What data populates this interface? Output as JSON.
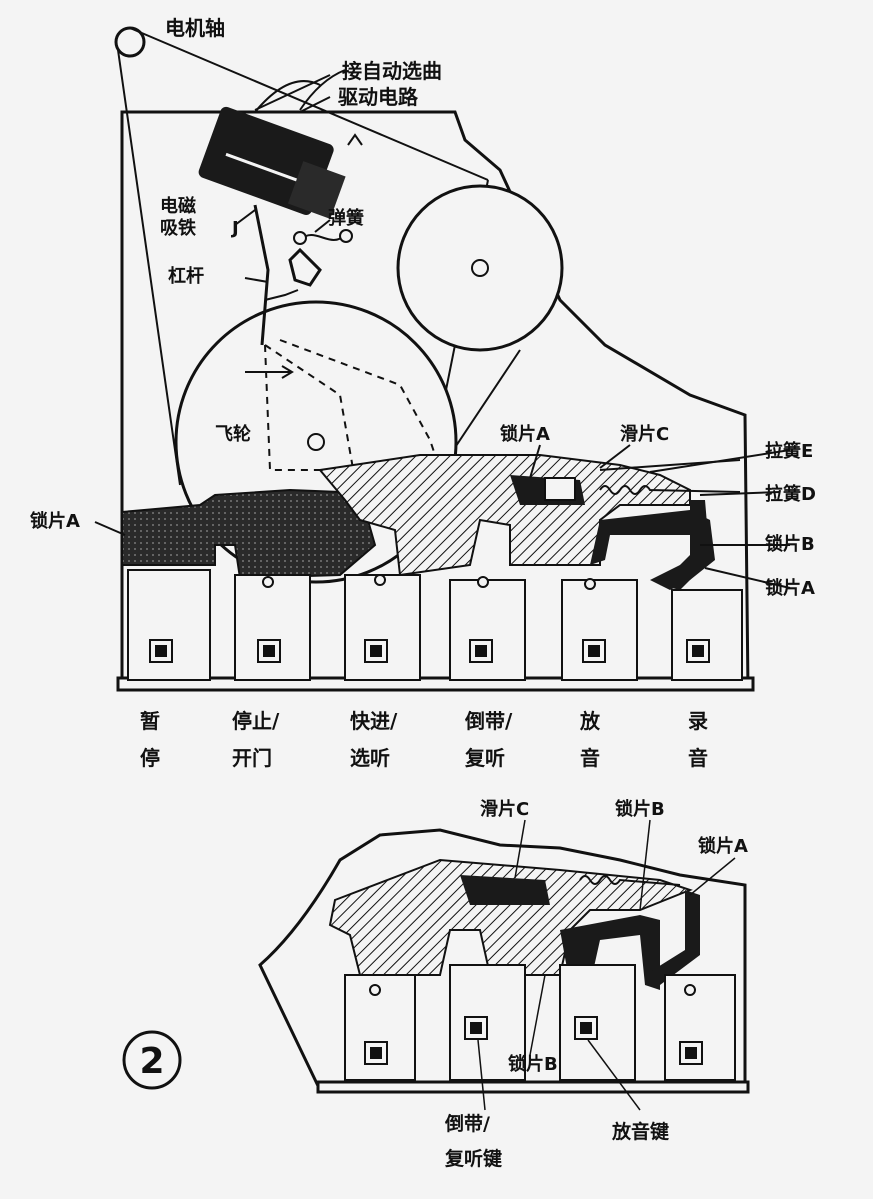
{
  "figure1": {
    "labels": {
      "motor_shaft": "电机轴",
      "auto_select_1": "接自动选曲",
      "auto_select_2": "驱动电路",
      "solenoid_1": "电磁",
      "solenoid_2": "吸铁",
      "solenoid_mark": "J",
      "spring": "弹簧",
      "lever": "杠杆",
      "flywheel": "飞轮",
      "lock_a_top": "锁片A",
      "slider_c": "滑片C",
      "spring_e": "拉簧E",
      "spring_d": "拉簧D",
      "lock_a_left": "锁片A",
      "lock_b": "锁片B",
      "lock_a_right": "锁片A"
    },
    "keys": [
      {
        "line1": "暂",
        "line2": "停"
      },
      {
        "line1": "停止/",
        "line2": "开门"
      },
      {
        "line1": "快进/",
        "line2": "选听"
      },
      {
        "line1": "倒带/",
        "line2": "复听"
      },
      {
        "line1": "放",
        "line2": "音"
      },
      {
        "line1": "录",
        "line2": "音"
      }
    ]
  },
  "figure2": {
    "number": "2",
    "labels": {
      "slider_c": "滑片C",
      "lock_b_top": "锁片B",
      "lock_a": "锁片A",
      "lock_b_bottom": "锁片B",
      "rewind_key_1": "倒带/",
      "rewind_key_2": "复听键",
      "play_key": "放音键"
    }
  },
  "colors": {
    "ink": "#111111",
    "paper": "#f4f4f4",
    "dark_fill": "#1a1a1a"
  }
}
